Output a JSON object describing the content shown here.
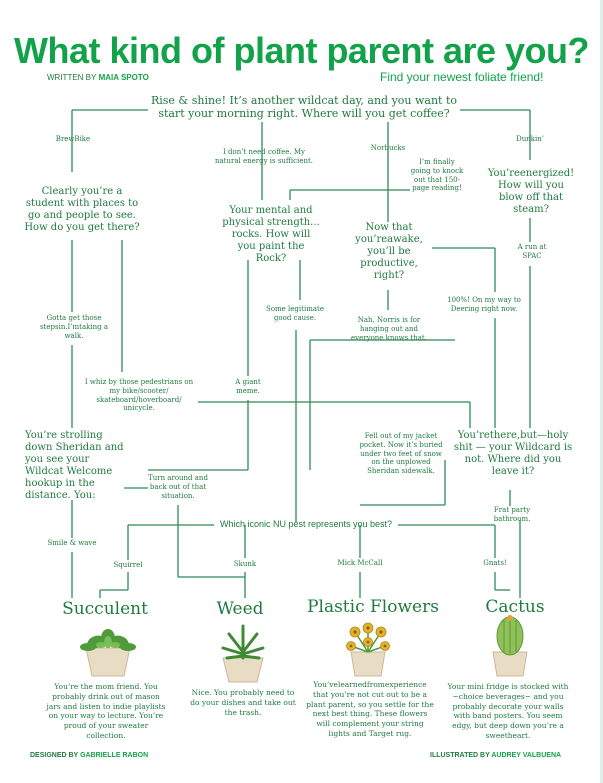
{
  "title": "What kind of plant parent are you?",
  "written_by": {
    "label": "WRITTEN BY",
    "name": "MAIA SPOTO"
  },
  "tagline": "Find your newest foliate friend!",
  "questions": {
    "start": "Rise & shine! It’s another wildcat day, and you want to start your morning right. Where will you get coffee?",
    "student": "Clearly you’re a student with places to go and people to see. How do you get there?",
    "mental": "Your mental and physical strength... rocks. How will you paint the Rock?",
    "awake": "Now that you’reawake, you’ll be productive, right?",
    "reenergized": "You’reenergized! How will you blow off that steam?",
    "sheridan": "You’re strolling down Sheridan and you see your Wildcat Welcome hookup in the distance. You:",
    "wildcard": "You’rethere,but—holy shit — your Wildcard is not. Where did you leave it?",
    "pest": "Which iconic NU pest represents you best?"
  },
  "answers": {
    "brewbike": "BrewBike",
    "norbucks": "Norbucks",
    "dunkin": "Dunkin’",
    "no_coffee": "I don’t need coffee. My natural energy is sufficient.",
    "finally": "I’m finally going to knock out that 150-page reading!",
    "steps": "Gotta get those stepsin.I’mtaking a walk.",
    "whiz": "I whiz by those pedestrians on my bike/scooter/ skateboard/hoverboard/ unicycle.",
    "good_cause": "Some legitimate good cause.",
    "meme": "A giant meme.",
    "norris": "Nah, Norris is for hanging out and everyone knows that.",
    "spac": "A run at SPAC",
    "deering": "100%! On my way to Deering right now.",
    "jacket": "Fell out of my jacket pocket. Now it’s buried under two feet of snow on the unplowed Sheridan sidewalk.",
    "turn_around": "Turn around and back out of that situation.",
    "smile": "Smile & wave",
    "frat": "Frat party bathroom."
  },
  "pests": {
    "squirrel": "Squirrel",
    "skunk": "Skunk",
    "mick": "Mick McCall",
    "gnats": "Gnats!"
  },
  "results": [
    {
      "name": "Succulent",
      "desc": "You’re the mom friend. You probably drink out of mason jars and listen to indie playlists on your way to lecture. You’re proud of your sweater collection."
    },
    {
      "name": "Weed",
      "desc": "Nice. You probably need to do your dishes and take out the trash."
    },
    {
      "name": "Plastic Flowers",
      "desc": "You’velearnedfromexperience that you’re not cut out to be a plant parent, so you settle for the next best thing. These flowers will complement your string lights and Target rug."
    },
    {
      "name": "Cactus",
      "desc": "Your mini fridge is stocked with ~choice beverages~ and you probably decorate your walls with band posters. You seem edgy, but deep down you’re a sweetheart."
    }
  ],
  "credits": {
    "designed": {
      "label": "DESIGNED BY",
      "name": "GABRIELLE RABON"
    },
    "illustrated": {
      "label": "ILLUSTRATED BY",
      "name": "AUDREY VALBUENA"
    }
  },
  "colors": {
    "accent": "#12a34a",
    "text": "#1f7a3d",
    "line": "#2e8b57",
    "pot": "#e9dcc4"
  }
}
